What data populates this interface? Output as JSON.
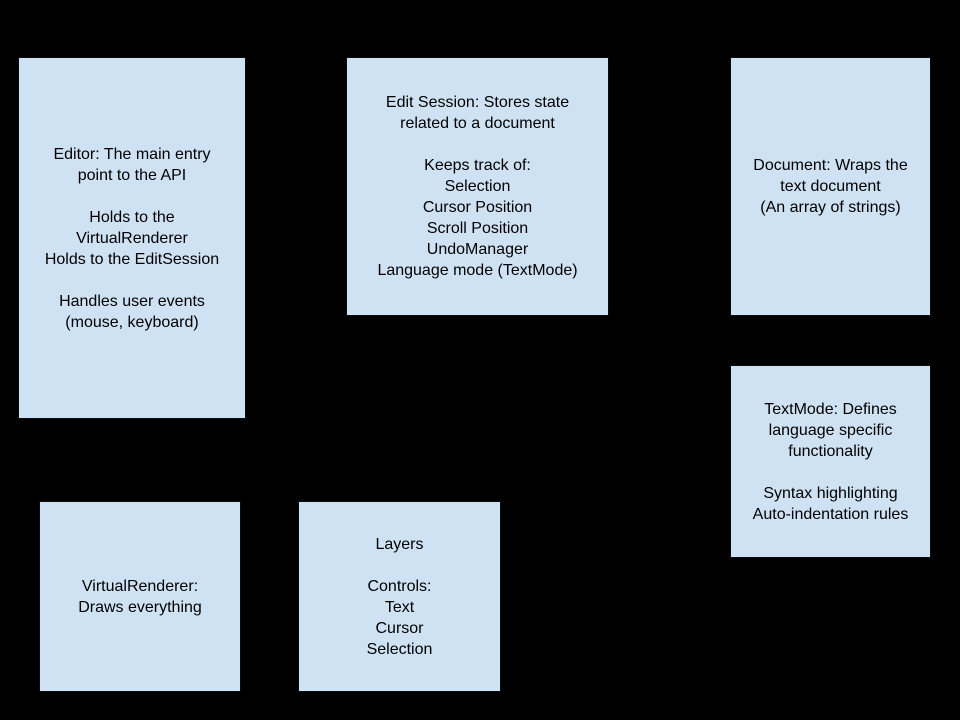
{
  "diagram": {
    "background_color": "#000000",
    "box_fill_color": "#cfe2f3",
    "box_border_color": "#0b0b0b",
    "text_color": "#000000",
    "boxes": {
      "editor": {
        "text": [
          "Editor: The main entry",
          "point to the API",
          "",
          "Holds to the",
          "VirtualRenderer",
          "Holds to the EditSession",
          "",
          "Handles user events",
          "(mouse, keyboard)"
        ]
      },
      "edit_session": {
        "text": [
          "Edit Session: Stores state",
          "related to a document",
          "",
          "Keeps track of:",
          "Selection",
          "Cursor Position",
          "Scroll Position",
          "UndoManager",
          "Language mode (TextMode)"
        ]
      },
      "document": {
        "text": [
          "Document: Wraps the",
          "text document",
          "(An array of strings)"
        ]
      },
      "textmode": {
        "text": [
          "TextMode: Defines",
          "language specific",
          "functionality",
          "",
          "Syntax highlighting",
          "Auto-indentation rules"
        ]
      },
      "virtual_renderer": {
        "text": [
          "VirtualRenderer:",
          "Draws everything"
        ]
      },
      "layers": {
        "text": [
          "Layers",
          "",
          "Controls:",
          "Text",
          "Cursor",
          "Selection"
        ]
      }
    }
  }
}
